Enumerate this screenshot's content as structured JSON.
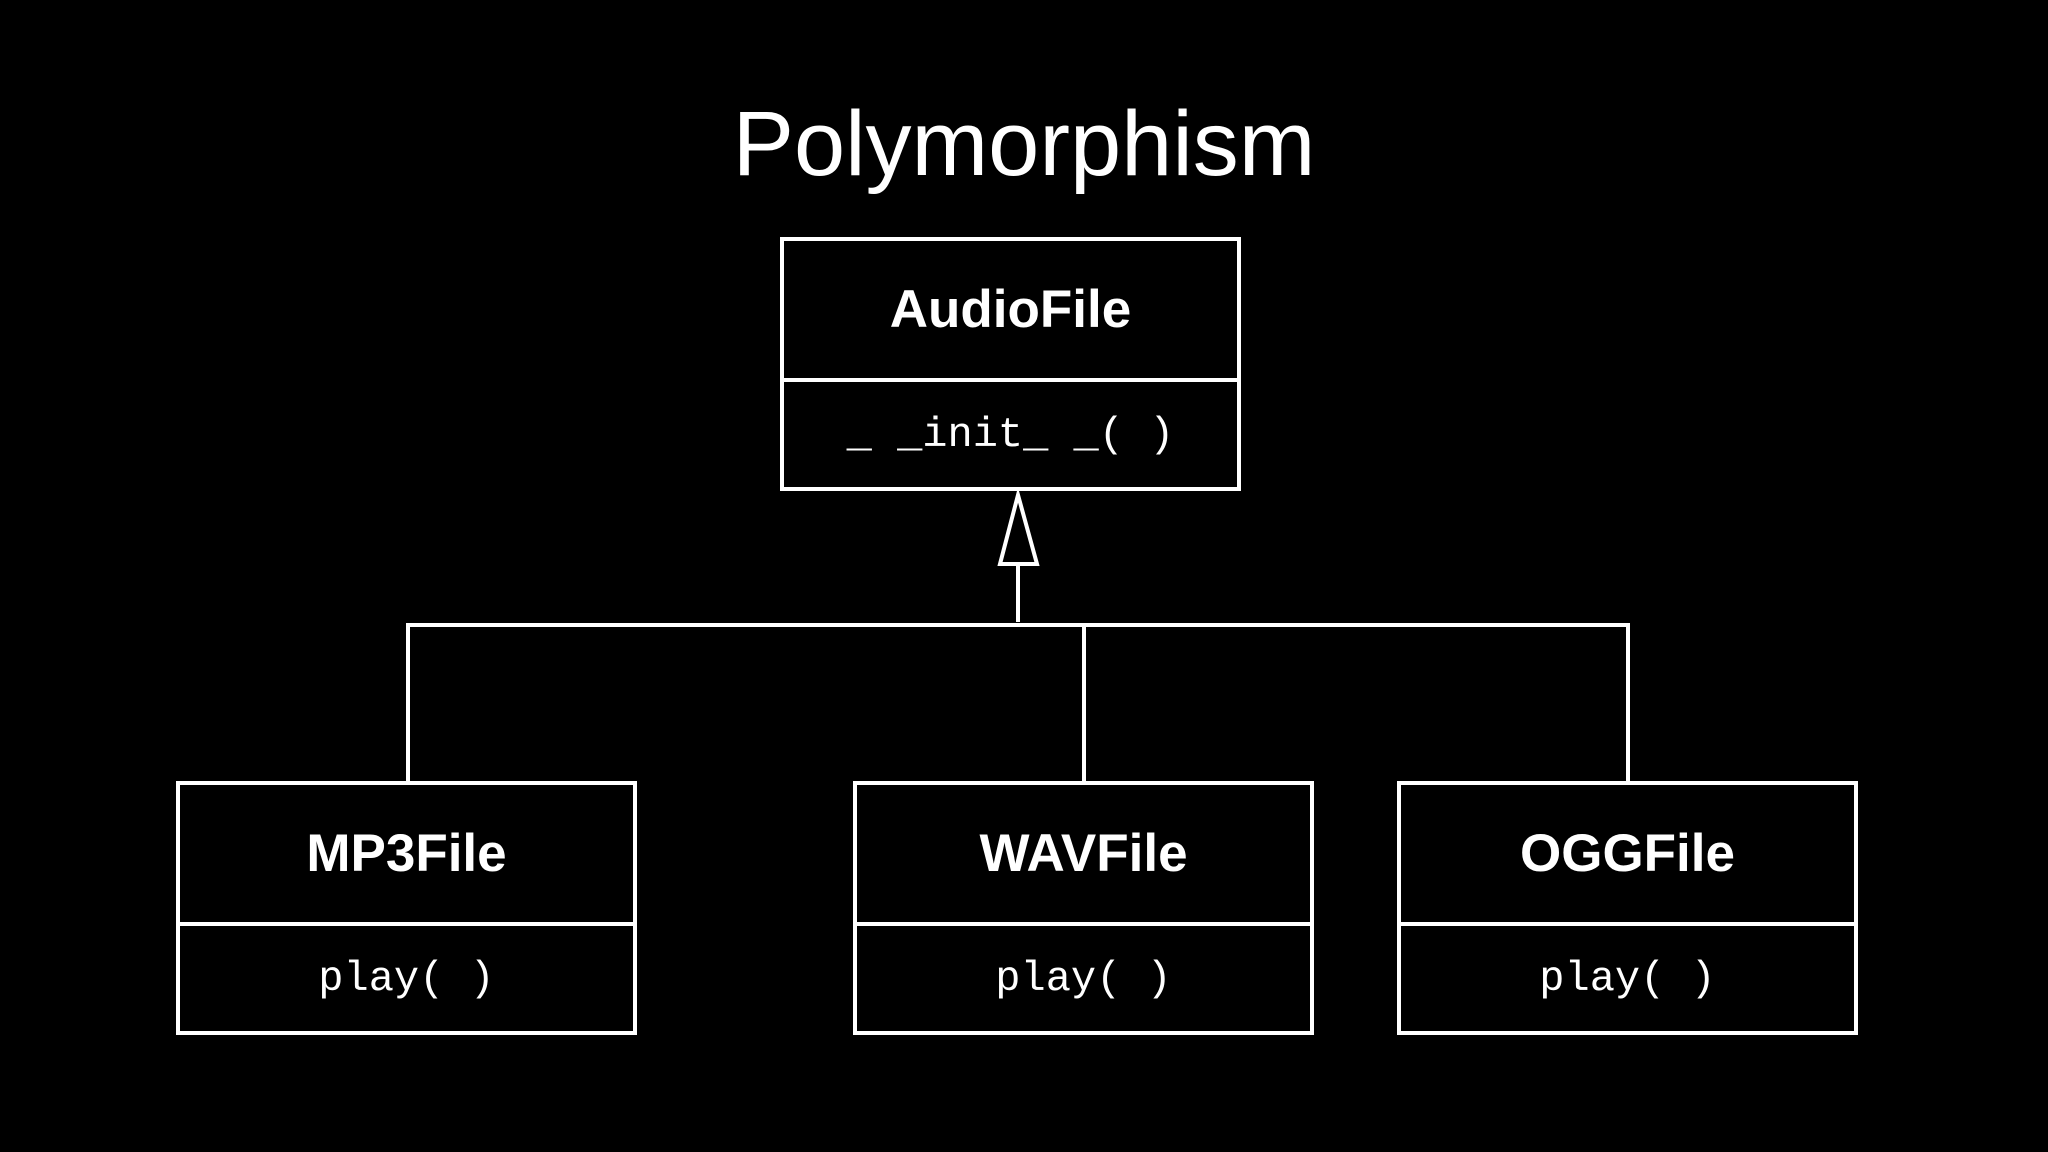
{
  "title": "Polymorphism",
  "colors": {
    "background": "#000000",
    "foreground": "#ffffff"
  },
  "classes": {
    "parent": {
      "name": "AudioFile",
      "method": "_ _init_ _( )"
    },
    "children": [
      {
        "name": "MP3File",
        "method": "play( )"
      },
      {
        "name": "WAVFile",
        "method": "play( )"
      },
      {
        "name": "OGGFile",
        "method": "play( )"
      }
    ]
  },
  "relationship": "inheritance"
}
